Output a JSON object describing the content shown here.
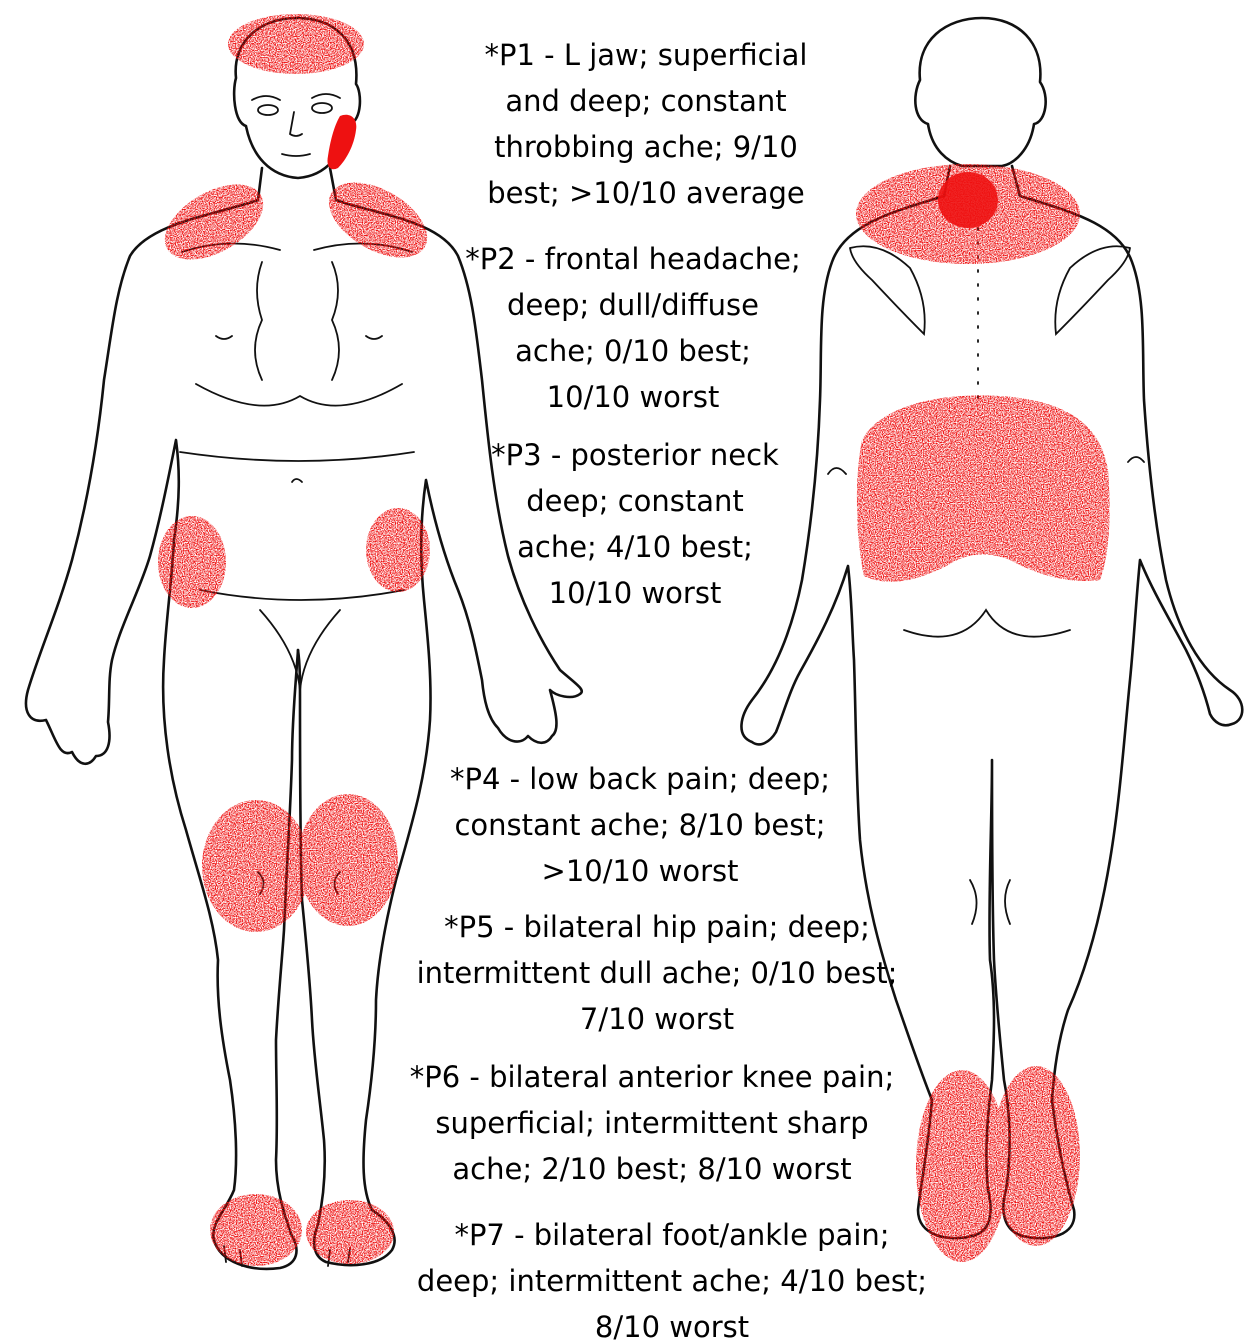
{
  "colors": {
    "pain_marking": "#ee1111",
    "outline": "#111111",
    "background": "#ffffff"
  },
  "views": [
    "anterior-body-outline",
    "posterior-body-outline"
  ],
  "pain_areas": [
    {
      "id": "P1",
      "region": "left-jaw",
      "view": "anterior"
    },
    {
      "id": "P2",
      "region": "forehead",
      "view": "anterior"
    },
    {
      "id": "P3",
      "region": "posterior-neck-and-shoulders",
      "view": "both"
    },
    {
      "id": "P4",
      "region": "low-back",
      "view": "posterior"
    },
    {
      "id": "P5",
      "region": "bilateral-hips",
      "view": "anterior"
    },
    {
      "id": "P6",
      "region": "bilateral-anterior-knees",
      "view": "anterior"
    },
    {
      "id": "P7",
      "region": "bilateral-feet-ankles",
      "view": "both"
    }
  ],
  "annotations": [
    {
      "id": "P1",
      "lines": [
        "*P1 - L jaw; superficial",
        "and deep; constant",
        "throbbing ache; 9/10",
        "best; >10/10 average"
      ]
    },
    {
      "id": "P2",
      "lines": [
        "*P2 - frontal headache;",
        "deep; dull/diffuse",
        "ache; 0/10 best;",
        "10/10 worst"
      ]
    },
    {
      "id": "P3",
      "lines": [
        "*P3 -  posterior neck",
        "deep; constant",
        "ache; 4/10 best;",
        "10/10 worst"
      ]
    },
    {
      "id": "P4",
      "lines": [
        "*P4 - low back pain; deep;",
        "constant ache; 8/10 best;",
        ">10/10 worst"
      ]
    },
    {
      "id": "P5",
      "lines": [
        "*P5 - bilateral hip pain; deep;",
        "intermittent dull ache; 0/10 best;",
        "7/10 worst"
      ]
    },
    {
      "id": "P6",
      "lines": [
        "*P6 - bilateral anterior knee pain;",
        "superficial; intermittent sharp",
        "ache; 2/10 best; 8/10 worst"
      ]
    },
    {
      "id": "P7",
      "lines": [
        "*P7 - bilateral foot/ankle pain;",
        "deep; intermittent ache; 4/10 best;",
        "8/10 worst"
      ]
    }
  ]
}
